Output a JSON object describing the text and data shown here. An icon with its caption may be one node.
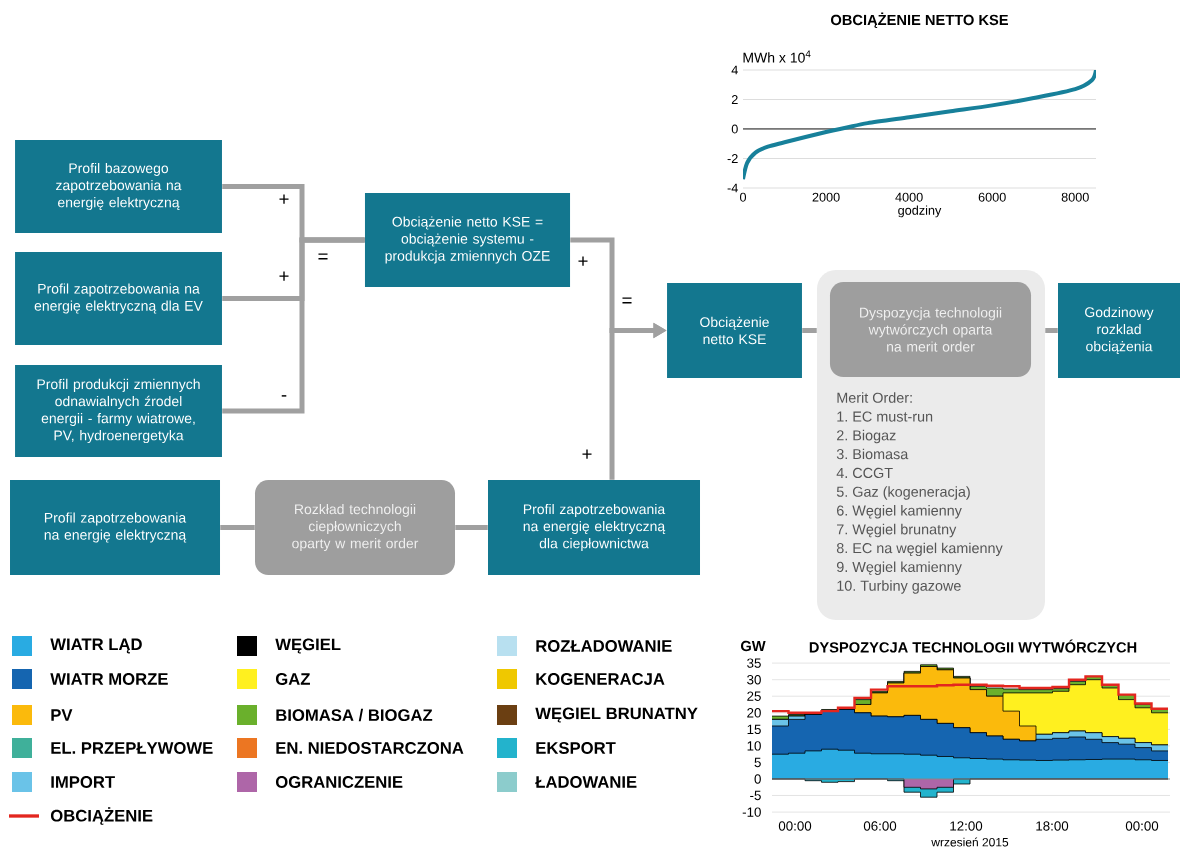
{
  "diagram": {
    "nodes": [
      {
        "text": [
          "Profil bazowego zapotrzebowania na energię elektryczną"
        ]
      },
      {
        "text": [
          "Profil zapotrzebowania na energię elektryczną dla EV"
        ]
      },
      {
        "text": [
          "Profil produkcji zmiennych odnawialnych źrodel energii - farmy wiatrowe, PV, hydroenergetyka"
        ]
      },
      {
        "text": [
          "Obciążenie netto KSE = obciążenie systemu - produkcja zmiennych OZE"
        ]
      },
      {
        "text": [
          "Profil zapotrzebowania na energię elektryczną"
        ]
      },
      {
        "text": [
          "Rozkład technologii ciepłowniczych oparty w merit order"
        ]
      },
      {
        "text": [
          "Profil zapotrzebowania na energię elektryczną dla ciepłownictwa"
        ]
      },
      {
        "text": [
          "Obciążenie netto KSE"
        ]
      },
      {
        "text": [
          "Merit Order:",
          "1. EC must-run",
          "2. Biogaz",
          "3. Biomasa",
          "4. CCGT",
          "5. Gaz (kogeneracja)",
          "6. Węgiel kamienny",
          "7. Węgiel brunatny",
          "8. EC na węgiel kamienny",
          "9. Węgiel kamienny",
          "10. Turbiny gazowe"
        ]
      },
      {
        "text": [
          "Dyspozycja technologii wytwórczych oparta na merit order"
        ],
        "in": 8
      },
      {
        "text": [
          "Godzinowy rozklad obciążenia"
        ]
      }
    ],
    "edges": [
      {
        "from": 0,
        "to": 3,
        "arrow": "none",
        "label": "+"
      },
      {
        "from": 1,
        "to": 3,
        "arrow": "none",
        "label": "+"
      },
      {
        "from": 2,
        "to": 3,
        "arrow": "none",
        "label": "-"
      },
      {
        "from": 3,
        "to": 7,
        "arrow": "to",
        "label": "+"
      },
      {
        "from": 6,
        "to": 7,
        "arrow": "to",
        "label": "+"
      },
      {
        "from": 4,
        "to": 5,
        "arrow": "none"
      },
      {
        "from": 5,
        "to": 6,
        "arrow": "none"
      },
      {
        "from": 7,
        "to": 8,
        "arrow": "none"
      },
      {
        "from": 8,
        "to": 10,
        "arrow": "none"
      }
    ],
    "labels": [
      "=",
      "=",
      "GW",
      "DYSPOZYCJA TECHNOLOGII WYTWÓRCZYCH",
      "35",
      "30",
      "25",
      "20",
      "15",
      "10",
      "5",
      "0",
      "-5",
      "-10",
      "00:00",
      "06:00",
      "12:00",
      "18:00",
      "00:00",
      "wrzesień 2015"
    ],
    "legend": [
      {
        "text": "WIATR LĄD",
        "color": "#29abe2"
      },
      {
        "text": "WIATR MORZE",
        "color": "#1565b0"
      },
      {
        "text": "PV",
        "color": "#fbba0c"
      },
      {
        "text": "EL. PRZEPŁYWOWE",
        "color": "#3fb09a"
      },
      {
        "text": "IMPORT",
        "color": "#6ac3e8"
      },
      {
        "text": "OBCIĄŻENIE"
      },
      {
        "text": "WĘGIEL",
        "color": "#000000"
      },
      {
        "text": "GAZ",
        "color": "#fff01f"
      },
      {
        "text": "BIOMASA / BIOGAZ",
        "color": "#6ab02c"
      },
      {
        "text": "EN. NIEDOSTARCZONA",
        "color": "#ec7622"
      },
      {
        "text": "OGRANICZENIE",
        "color": "#ae66a8"
      },
      {
        "text": "ROZŁADOWANIE",
        "color": "#b8e0f0"
      },
      {
        "text": "KOGENERACJA",
        "color": "#efc800"
      },
      {
        "text": "WĘGIEL BRUNATNY",
        "color": "#6b3f12"
      },
      {
        "text": "EKSPORT",
        "color": "#23b3cc"
      },
      {
        "text": "ŁADOWANIE",
        "color": "#8ccccc"
      }
    ],
    "chart_data": {
      "type": "line",
      "title": "OBCIĄŻENIE NETTO KSE",
      "xlabel": "godziny",
      "ylabel": "MWh x 10$^{4}$",
      "x": [
        0,
        100,
        300,
        600,
        1000,
        2000,
        2500,
        3000,
        4000,
        5000,
        6000,
        7000,
        8000,
        8400,
        8500
      ],
      "series": [
        {
          "color": "#17809a",
          "values": [
            -3.4,
            -2.3,
            -1.6,
            -1.2,
            -0.9,
            -0.2,
            0.1,
            0.4,
            0.8,
            1.2,
            1.6,
            2.1,
            2.7,
            3.3,
            4.0
          ]
        }
      ],
      "xlim": [
        0,
        8500
      ],
      "ylim": [
        -4,
        4
      ],
      "xticks": [
        0,
        2000,
        4000,
        6000,
        8000
      ],
      "yticks": [
        -4,
        -2,
        0,
        2,
        4
      ],
      "grid": true
    }
  }
}
